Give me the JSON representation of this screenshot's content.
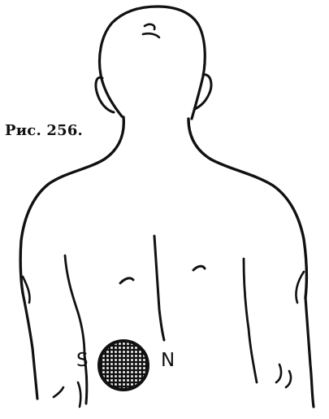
{
  "figure": {
    "caption": "Рис. 256.",
    "pole_south": "S",
    "pole_north": "N",
    "ink_color": "#111111",
    "background_color": "#ffffff"
  }
}
